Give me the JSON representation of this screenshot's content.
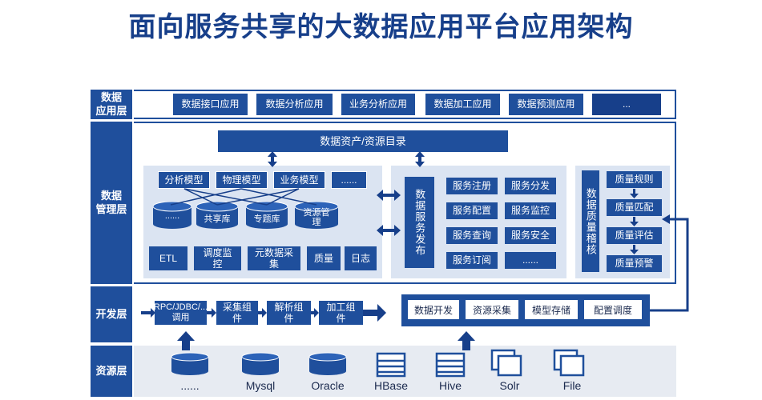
{
  "title": "面向服务共享的大数据应用平台应用架构",
  "layers": {
    "app": "数据\n应用层",
    "mgmt": "数据\n管理层",
    "dev": "开发层",
    "res": "资源层"
  },
  "app_items": [
    "数据接口应用",
    "数据分析应用",
    "业务分析应用",
    "数据加工应用",
    "数据预测应用",
    "..."
  ],
  "catalog": "数据资产/资源目录",
  "models": [
    "分析模型",
    "物理模型",
    "业务模型",
    "......"
  ],
  "stores": [
    "......",
    "共享库",
    "专题库",
    "资源管理"
  ],
  "tools": [
    "ETL",
    "调度监控",
    "元数据采集",
    "质量",
    "日志"
  ],
  "publish": "数据服务发布",
  "services": [
    "服务注册",
    "服务分发",
    "服务配置",
    "服务监控",
    "服务查询",
    "服务安全",
    "服务订阅",
    "......"
  ],
  "quality_title": "数据质量稽核",
  "quality_items": [
    "质量规则",
    "质量匹配",
    "质量评估",
    "质量预警"
  ],
  "dev_pipeline": [
    "RPC/JDBC/...调用",
    "采集组件",
    "解析组件",
    "加工组件"
  ],
  "dev_tools": [
    "数据开发",
    "资源采集",
    "模型存储",
    "配置调度"
  ],
  "resources": [
    "......",
    "Mysql",
    "Oracle",
    "HBase",
    "Hive",
    "Solr",
    "File"
  ],
  "colors": {
    "primary": "#1f4f9c",
    "dark": "#173f8a",
    "panel": "#dbe4f2"
  }
}
